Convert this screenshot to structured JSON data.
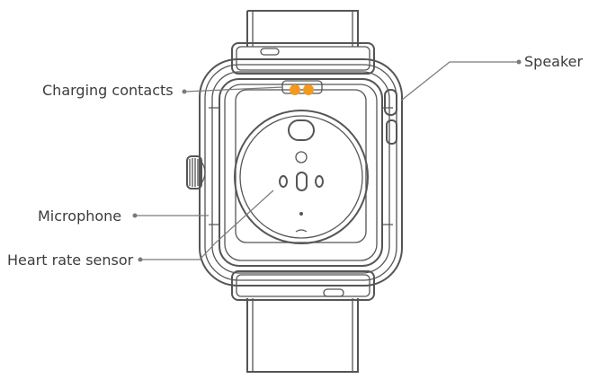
{
  "labels": {
    "charging_contacts": "Charging contacts",
    "microphone": "Microphone",
    "heart_rate_sensor": "Heart rate sensor",
    "speaker": "Speaker"
  },
  "colors": {
    "outline": "#555555",
    "leader_line": "#7a7a7a",
    "charging_contact": "#f39a1e",
    "label_text": "#3c3c3c",
    "background": "#ffffff"
  },
  "icons": {
    "device": "smartwatch-back-view"
  }
}
